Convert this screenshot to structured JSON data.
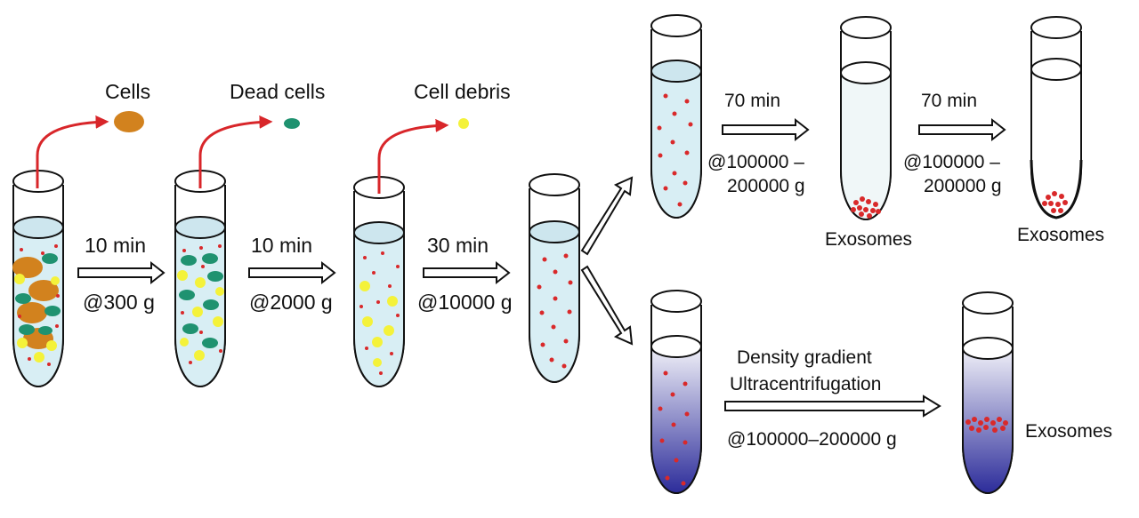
{
  "labels": {
    "cells": "Cells",
    "dead_cells": "Dead cells",
    "cell_debris": "Cell debris"
  },
  "steps": [
    {
      "time": "10 min",
      "speed": "@300 g"
    },
    {
      "time": "10 min",
      "speed": "@2000 g"
    },
    {
      "time": "30 min",
      "speed": "@10000 g"
    }
  ],
  "upper_branch": [
    {
      "time": "70 min",
      "speed_line1": "@100000 –",
      "speed_line2": "200000 g",
      "product": "Exosomes"
    },
    {
      "time": "70 min",
      "speed_line1": "@100000 –",
      "speed_line2": "200000 g",
      "product": "Exosomes"
    }
  ],
  "lower_branch": {
    "method_line1": "Density gradient",
    "method_line2": "Ultracentrifugation",
    "speed": "@100000–200000 g",
    "product": "Exosomes"
  },
  "colors": {
    "supernatant": "#d8eef4",
    "cell": "#d2821e",
    "dead_cell": "#1f9270",
    "debris": "#f4f23a",
    "exosome": "#d9292a",
    "removal_arrow": "#d8262a",
    "gradient_top": "#ffffff",
    "gradient_bottom": "#2c2c9a"
  }
}
